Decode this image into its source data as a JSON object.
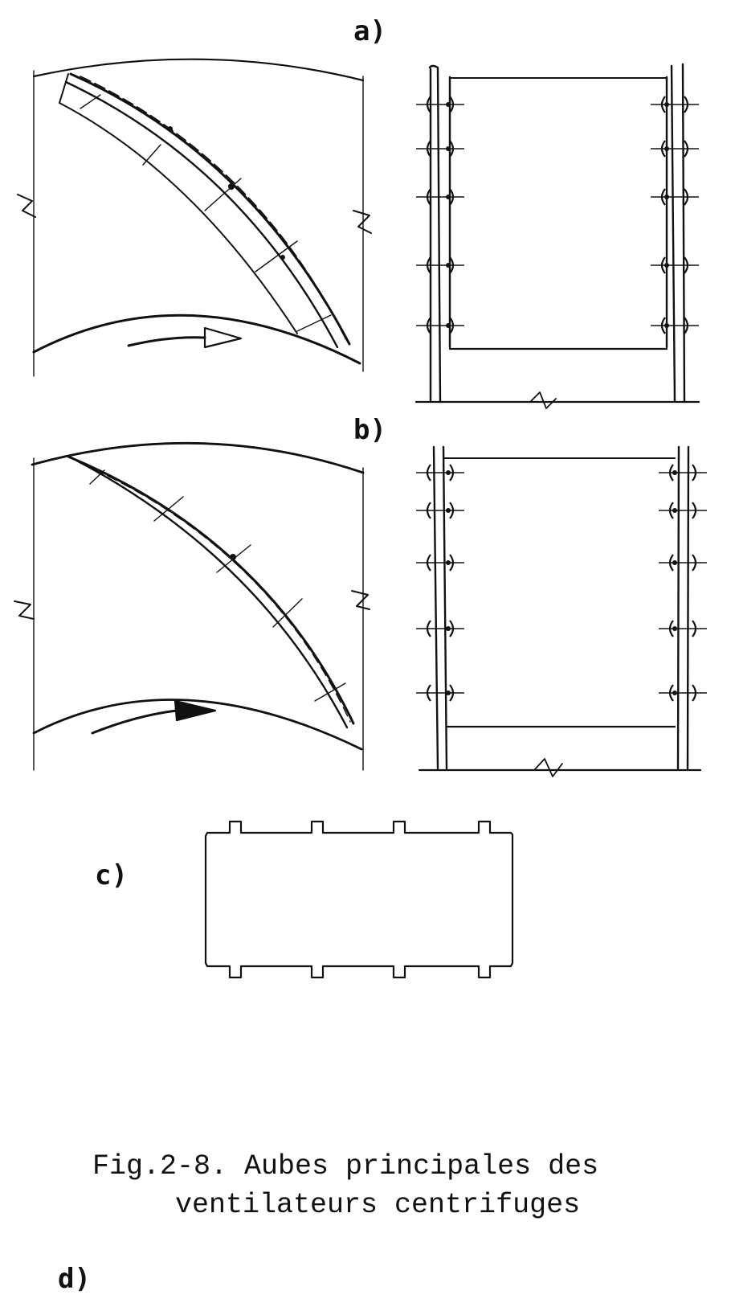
{
  "labels": {
    "a": "a)",
    "b": "b)",
    "c": "c)",
    "d": "d)"
  },
  "caption": {
    "line1": "Fig.2-8. Aubes principales des",
    "line2": "ventilateurs centrifuges"
  },
  "colors": {
    "ink": "#111111",
    "paper": "#ffffff"
  }
}
